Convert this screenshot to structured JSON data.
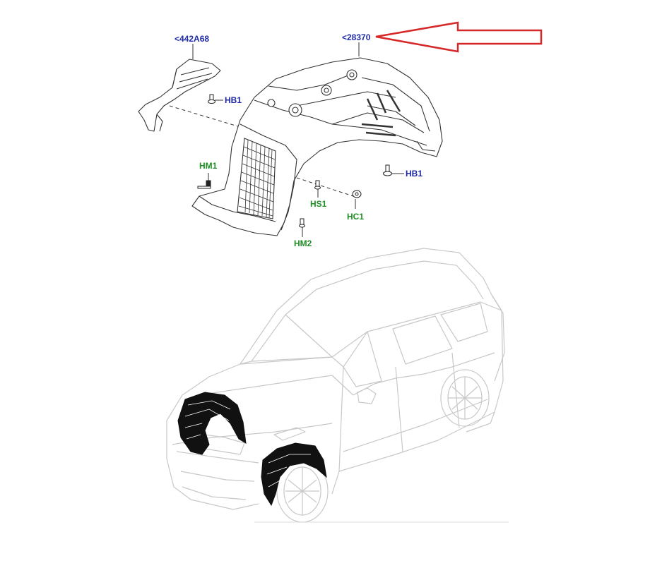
{
  "colors": {
    "part_label": "#1f2aa8",
    "fastener_label": "#1f8f24",
    "arrow": "#d62828",
    "line_art": "#333333",
    "highlight": "#111111",
    "car_outline": "#c8c8c8"
  },
  "labels": {
    "splash_shield": "<442A68",
    "wheelhouse_liner": "<28370",
    "hb1_top": "HB1",
    "hb1_right": "HB1",
    "hm1": "HM1",
    "hm2": "HM2",
    "hs1": "HS1",
    "hc1": "HC1"
  },
  "callouts": {
    "pointer_arrow": {
      "direction": "left",
      "target": "wheelhouse_liner"
    }
  }
}
